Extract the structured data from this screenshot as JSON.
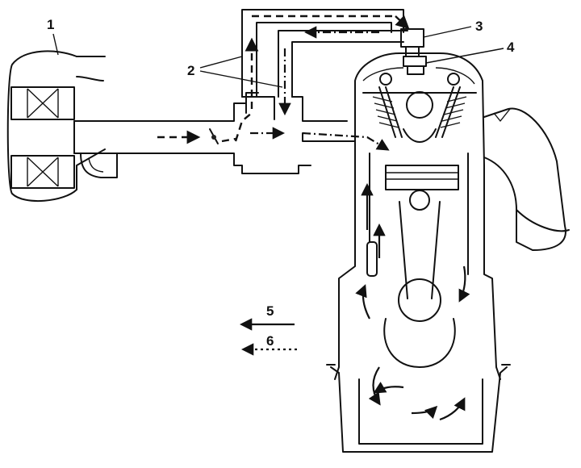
{
  "callouts": {
    "c1": "1",
    "c2": "2",
    "c3": "3",
    "c4": "4"
  },
  "legend": {
    "l5": "5",
    "l6": "6"
  }
}
